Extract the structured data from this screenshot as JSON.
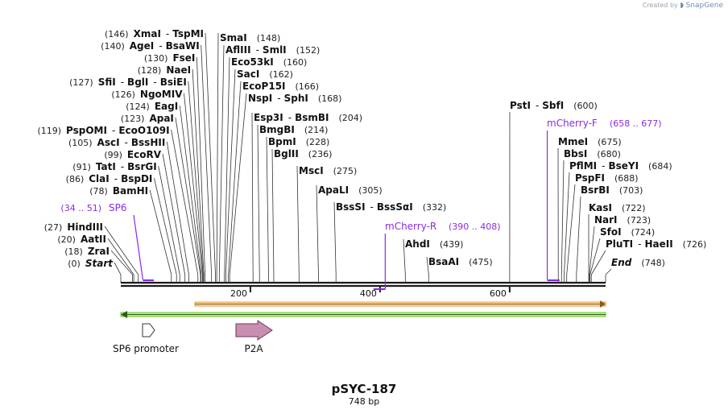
{
  "app": {
    "created_by": "Created by",
    "brand": "SnapGene"
  },
  "map": {
    "name": "pSYC-187",
    "length_label": "748 bp",
    "length": 748,
    "ruler_ticks": [
      {
        "pos": 200,
        "label": "200"
      },
      {
        "pos": 400,
        "label": "400"
      },
      {
        "pos": 600,
        "label": "600"
      }
    ],
    "colors": {
      "backbone": "#1a1a1a",
      "primer": "#8a2be2",
      "orange_bar": "#e8a040",
      "green_bar": "#72c434",
      "p2a": "#c98fb0",
      "text": "#111111",
      "pos": "#222222"
    }
  },
  "sites_left": [
    {
      "pos": "(146)",
      "name": "XmaI",
      "pair": "TspMI",
      "site": 146
    },
    {
      "pos": "(140)",
      "name": "AgeI",
      "pair": "BsaWI",
      "site": 140
    },
    {
      "pos": "(130)",
      "name": "FseI",
      "site": 130
    },
    {
      "pos": "(128)",
      "name": "NaeI",
      "site": 128
    },
    {
      "pos": "(127)",
      "name": "SfiI",
      "pair": "BglI",
      "pair2": "BsiEI",
      "site": 127
    },
    {
      "pos": "(126)",
      "name": "NgoMIV",
      "site": 126
    },
    {
      "pos": "(124)",
      "name": "EagI",
      "site": 124
    },
    {
      "pos": "(123)",
      "name": "ApaI",
      "site": 123
    },
    {
      "pos": "(119)",
      "name": "PspOMI",
      "pair": "EcoO109I",
      "site": 119
    },
    {
      "pos": "(105)",
      "name": "AscI",
      "pair": "BssHII",
      "site": 105
    },
    {
      "pos": "(99)",
      "name": "EcoRV",
      "site": 99
    },
    {
      "pos": "(91)",
      "name": "TatI",
      "pair": "BsrGI",
      "site": 91
    },
    {
      "pos": "(86)",
      "name": "ClaI",
      "pair": "BspDI",
      "site": 86
    },
    {
      "pos": "(78)",
      "name": "BamHI",
      "site": 78
    },
    {
      "pos": "(27)",
      "name": "HindIII",
      "site": 27
    },
    {
      "pos": "(20)",
      "name": "AatII",
      "site": 20
    },
    {
      "pos": "(18)",
      "name": "ZraI",
      "site": 18
    },
    {
      "pos": "(0)",
      "name": "Start",
      "italic": true,
      "site": 0
    }
  ],
  "primer_left": {
    "label": "SP6",
    "range": "(34 .. 51)",
    "start": 34,
    "end": 51
  },
  "sites_mid": [
    {
      "name": "SmaI",
      "pos": "(148)",
      "site": 148
    },
    {
      "name": "AflIII",
      "pair": "SmlI",
      "pos": "(152)",
      "site": 152
    },
    {
      "name": "Eco53kI",
      "pos": "(160)",
      "site": 160
    },
    {
      "name": "SacI",
      "pos": "(162)",
      "site": 162
    },
    {
      "name": "EcoP15I",
      "pos": "(166)",
      "site": 166
    },
    {
      "name": "NspI",
      "pair": "SphI",
      "pos": "(168)",
      "site": 168
    },
    {
      "name": "Esp3I",
      "pair": "BsmBI",
      "pos": "(204)",
      "site": 204
    },
    {
      "name": "BmgBI",
      "pos": "(214)",
      "site": 214
    },
    {
      "name": "BpmI",
      "pos": "(228)",
      "site": 228
    },
    {
      "name": "BglII",
      "pos": "(236)",
      "site": 236
    },
    {
      "name": "MscI",
      "pos": "(275)",
      "site": 275
    },
    {
      "name": "ApaLI",
      "pos": "(305)",
      "site": 305
    },
    {
      "name": "BssSI",
      "pair": "BssSαI",
      "pos": "(332)",
      "site": 332
    },
    {
      "name": "AhdI",
      "pos": "(439)",
      "site": 439
    },
    {
      "name": "BsaAI",
      "pos": "(475)",
      "site": 475
    }
  ],
  "primer_mid": {
    "label": "mCherry-R",
    "range": "(390 .. 408)",
    "start": 390,
    "end": 408
  },
  "sites_right": [
    {
      "name": "PstI",
      "pair": "SbfI",
      "pos": "(600)",
      "site": 600
    },
    {
      "name": "MmeI",
      "pos": "(675)",
      "site": 675
    },
    {
      "name": "BbsI",
      "pos": "(680)",
      "site": 680
    },
    {
      "name": "PflMI",
      "pair": "BseYI",
      "pos": "(684)",
      "site": 684
    },
    {
      "name": "PspFI",
      "pos": "(688)",
      "site": 688
    },
    {
      "name": "BsrBI",
      "pos": "(703)",
      "site": 703
    },
    {
      "name": "KasI",
      "pos": "(722)",
      "site": 722
    },
    {
      "name": "NarI",
      "pos": "(723)",
      "site": 723
    },
    {
      "name": "SfoI",
      "pos": "(724)",
      "site": 724
    },
    {
      "name": "PluTI",
      "pair": "HaeII",
      "pos": "(726)",
      "site": 726
    },
    {
      "name": "End",
      "italic": true,
      "pos": "(748)",
      "site": 748
    }
  ],
  "primer_right": {
    "label": "mCherry-F",
    "range": "(658 .. 677)",
    "start": 658,
    "end": 677
  },
  "features": [
    {
      "label": "SP6 promoter",
      "icon": "promoter-arrow-icon",
      "start": 34,
      "end": 51
    },
    {
      "label": "P2A",
      "icon": "cds-arrow-icon",
      "start": 177,
      "end": 234
    }
  ]
}
